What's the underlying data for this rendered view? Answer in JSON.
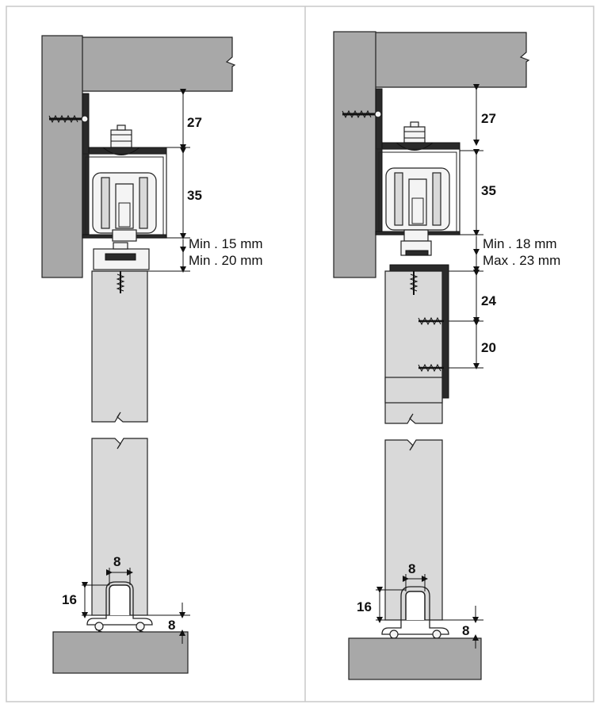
{
  "left": {
    "dims": {
      "d27": "27",
      "d35": "35",
      "min15": "Min . 15 mm",
      "min20": "Min . 20 mm",
      "d8top": "8",
      "d16": "16",
      "d8side": "8"
    }
  },
  "right": {
    "dims": {
      "d27": "27",
      "d35": "35",
      "min18": "Min . 18 mm",
      "max23": "Max . 23 mm",
      "d24": "24",
      "d20": "20",
      "d8top": "8",
      "d16": "16",
      "d8side": "8"
    }
  },
  "colors": {
    "wood": "#a8a8a8",
    "door": "#d9d9d9",
    "profile": "#2a2a2a",
    "border": "#c8c8c8"
  }
}
